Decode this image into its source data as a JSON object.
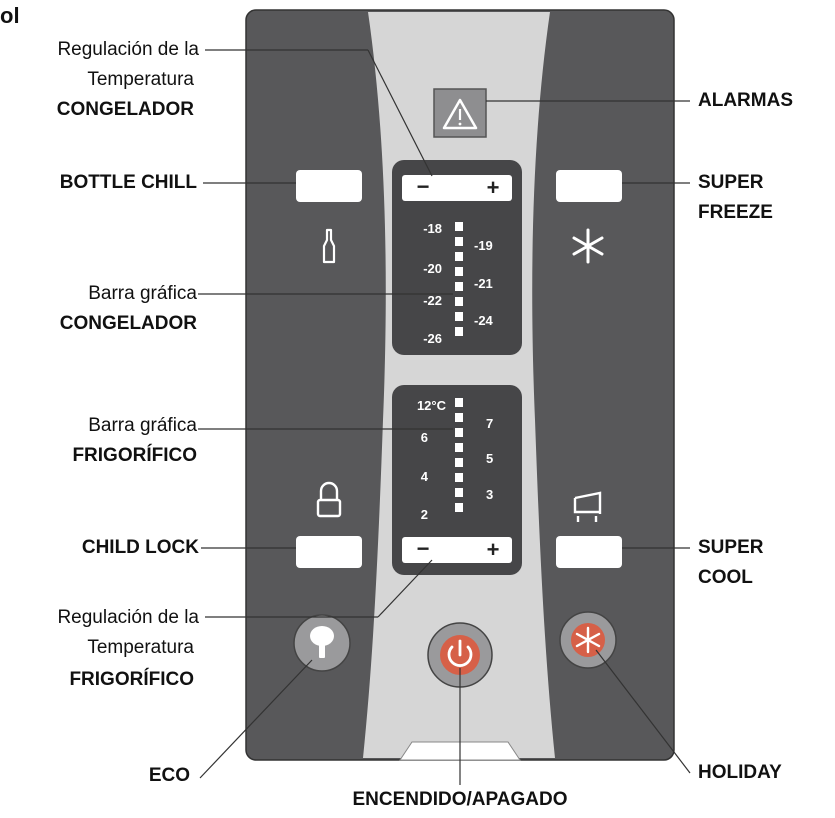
{
  "corner_text": "ol",
  "labels": {
    "reg_congelador_l1": "Regulación de la",
    "reg_congelador_l2": "Temperatura",
    "reg_congelador_l3": "CONGELADOR",
    "bottle_chill": "BOTTLE  CHILL",
    "barra_congelador_l1": "Barra gráfica",
    "barra_congelador_l2": "CONGELADOR",
    "barra_frigorifico_l1": "Barra gráfica",
    "barra_frigorifico_l2": "FRIGORÍFICO",
    "child_lock": "CHILD LOCK",
    "reg_frigorifico_l1": "Regulación de la",
    "reg_frigorifico_l2": "Temperatura",
    "reg_frigorifico_l3": "FRIGORÍFICO",
    "eco": "ECO",
    "encendido": "ENCENDIDO/APAGADO",
    "alarmas": "ALARMAS",
    "super_freeze_l1": "SUPER",
    "super_freeze_l2": "FREEZE",
    "super_cool_l1": "SUPER",
    "super_cool_l2": "COOL",
    "holiday": "HOLIDAY"
  },
  "panel": {
    "minus": "−",
    "plus": "+",
    "freezer_scale_left": [
      "-18",
      "-20",
      "-22",
      "-26"
    ],
    "freezer_scale_right": [
      "-19",
      "-21",
      "-24"
    ],
    "fridge_scale_left": [
      "12°C",
      "6",
      "4",
      "2"
    ],
    "fridge_scale_right": [
      "7",
      "5",
      "3"
    ]
  },
  "colors": {
    "panel_dark": "#58585a",
    "panel_light": "#d6d6d6",
    "display": "#464648",
    "button": "#ffffff"
  },
  "icons": [
    "warning-icon",
    "bottle-icon",
    "snowflake-icon",
    "lock-icon",
    "shower-icon",
    "eco-tree-icon",
    "power-icon",
    "holiday-icon"
  ]
}
